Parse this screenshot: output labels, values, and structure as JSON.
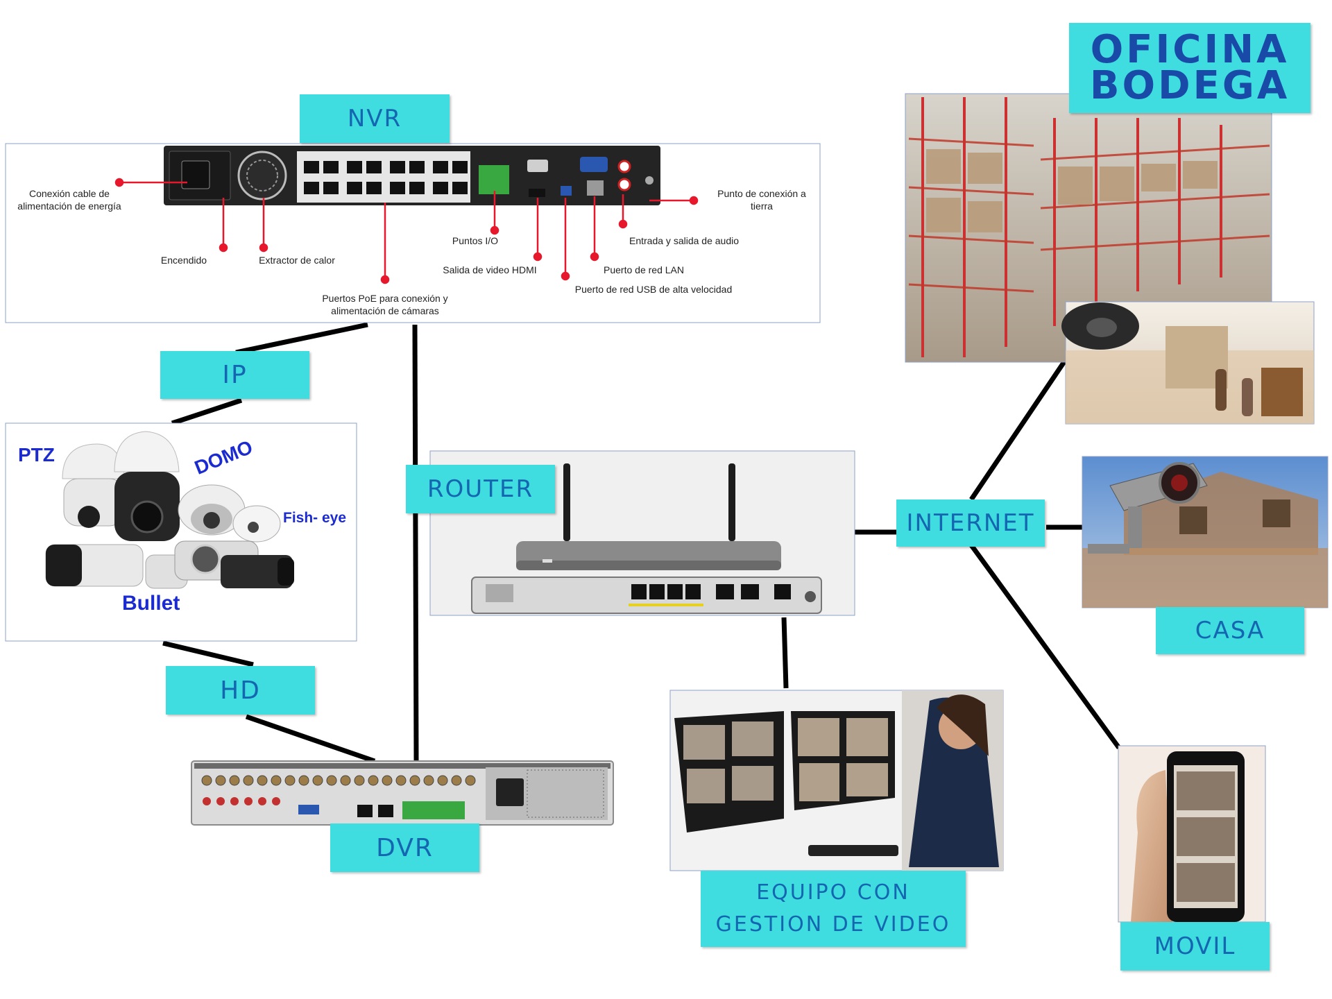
{
  "labels": {
    "nvr": "NVR",
    "ip": "IP",
    "hd": "HD",
    "dvr": "DVR",
    "router": "ROUTER",
    "internet": "INTERNET",
    "oficina_line1": "OFICINA",
    "oficina_line2": "BODEGA",
    "casa": "CASA",
    "equipo_line1": "EQUIPO CON",
    "equipo_line2": "GESTION DE VIDEO",
    "movil": "MOVIL"
  },
  "cameras": {
    "ptz": "PTZ",
    "domo": "DOMO",
    "fisheye": "Fish- eye",
    "bullet": "Bullet"
  },
  "nvr_annotations": {
    "power_cable": "Conexión cable de alimentación de energía",
    "power_on": "Encendido",
    "fan": "Extractor de calor",
    "poe": "Puertos PoE para conexión y alimentación de cámaras",
    "io": "Puntos I/O",
    "hdmi": "Salida de video HDMI",
    "usb": "Puerto de red USB de alta velocidad",
    "lan": "Puerto de red LAN",
    "audio": "Entrada y salida de audio",
    "ground": "Punto de conexión a tierra"
  },
  "colors": {
    "label_bg": "#3fdde0",
    "label_text": "#1466b0",
    "title_text": "#1a4aa8",
    "camera_text": "#1b2bd0",
    "connector": "#000000",
    "annotation_line": "#e8182c"
  },
  "icons": [
    "nvr-device-icon",
    "dvr-device-icon",
    "router-icon",
    "camera-group-icon",
    "warehouse-photo",
    "house-camera-photo",
    "video-workstation-photo",
    "smartphone-icon"
  ]
}
